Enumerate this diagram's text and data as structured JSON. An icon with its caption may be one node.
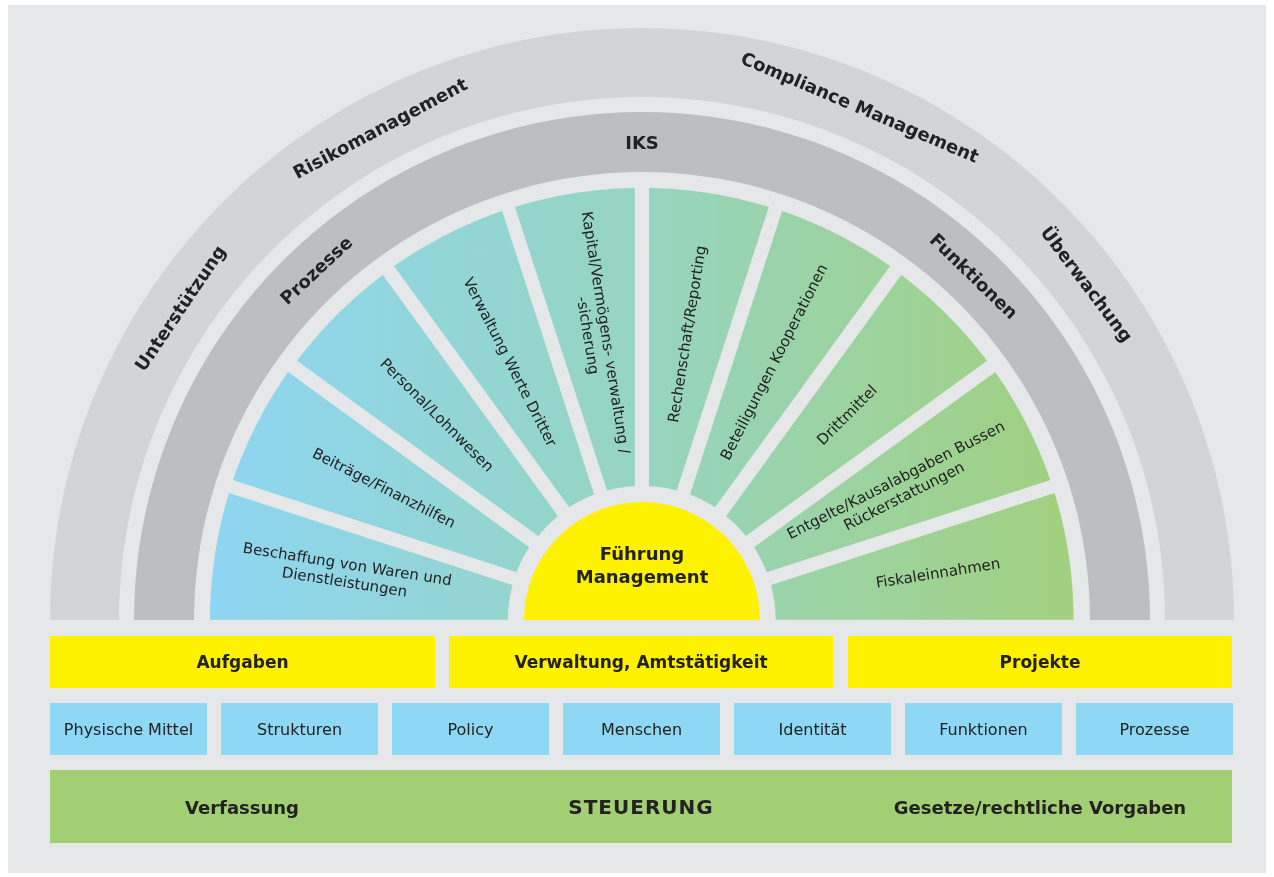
{
  "diagram": {
    "nodes": [
      {
        "text": [
          "Unterstützung",
          "Risikomanagement",
          "Compliance Management",
          "Überwachung"
        ]
      },
      {
        "text": [
          "Prozesse",
          "IKS",
          "Funktionen"
        ]
      },
      {
        "text": [
          "Beschaffung von Waren und Dienstleistungen"
        ]
      },
      {
        "text": [
          "Beiträge/Finanzhilfen"
        ]
      },
      {
        "text": [
          "Personal/Lohnwesen"
        ]
      },
      {
        "text": [
          "Verwaltung Werte Dritter"
        ]
      },
      {
        "text": [
          "Kapital/Vermögens- verwaltung / -sicherung"
        ]
      },
      {
        "text": [
          "Rechenschaft/Reporting"
        ]
      },
      {
        "text": [
          "Beteiligungen Kooperationen"
        ]
      },
      {
        "text": [
          "Drittmittel"
        ]
      },
      {
        "text": [
          "Entgelte/Kausalabgaben Bussen Rückerstattungen"
        ]
      },
      {
        "text": [
          "Fiskaleinnahmen"
        ]
      },
      {
        "text": [
          "Führung Management"
        ]
      },
      {
        "text": [
          "Aufgaben"
        ]
      },
      {
        "text": [
          "Verwaltung, Amtstätigkeit"
        ]
      },
      {
        "text": [
          "Projekte"
        ]
      },
      {
        "text": [
          "Physische Mittel"
        ]
      },
      {
        "text": [
          "Strukturen"
        ]
      },
      {
        "text": [
          "Policy"
        ]
      },
      {
        "text": [
          "Menschen"
        ]
      },
      {
        "text": [
          "Identität"
        ]
      },
      {
        "text": [
          "Funktionen"
        ]
      },
      {
        "text": [
          "Prozesse"
        ]
      },
      {
        "text": [
          "Verfassung",
          "STEUERUNG",
          "Gesetze/rechtliche Vorgaben"
        ]
      }
    ]
  }
}
